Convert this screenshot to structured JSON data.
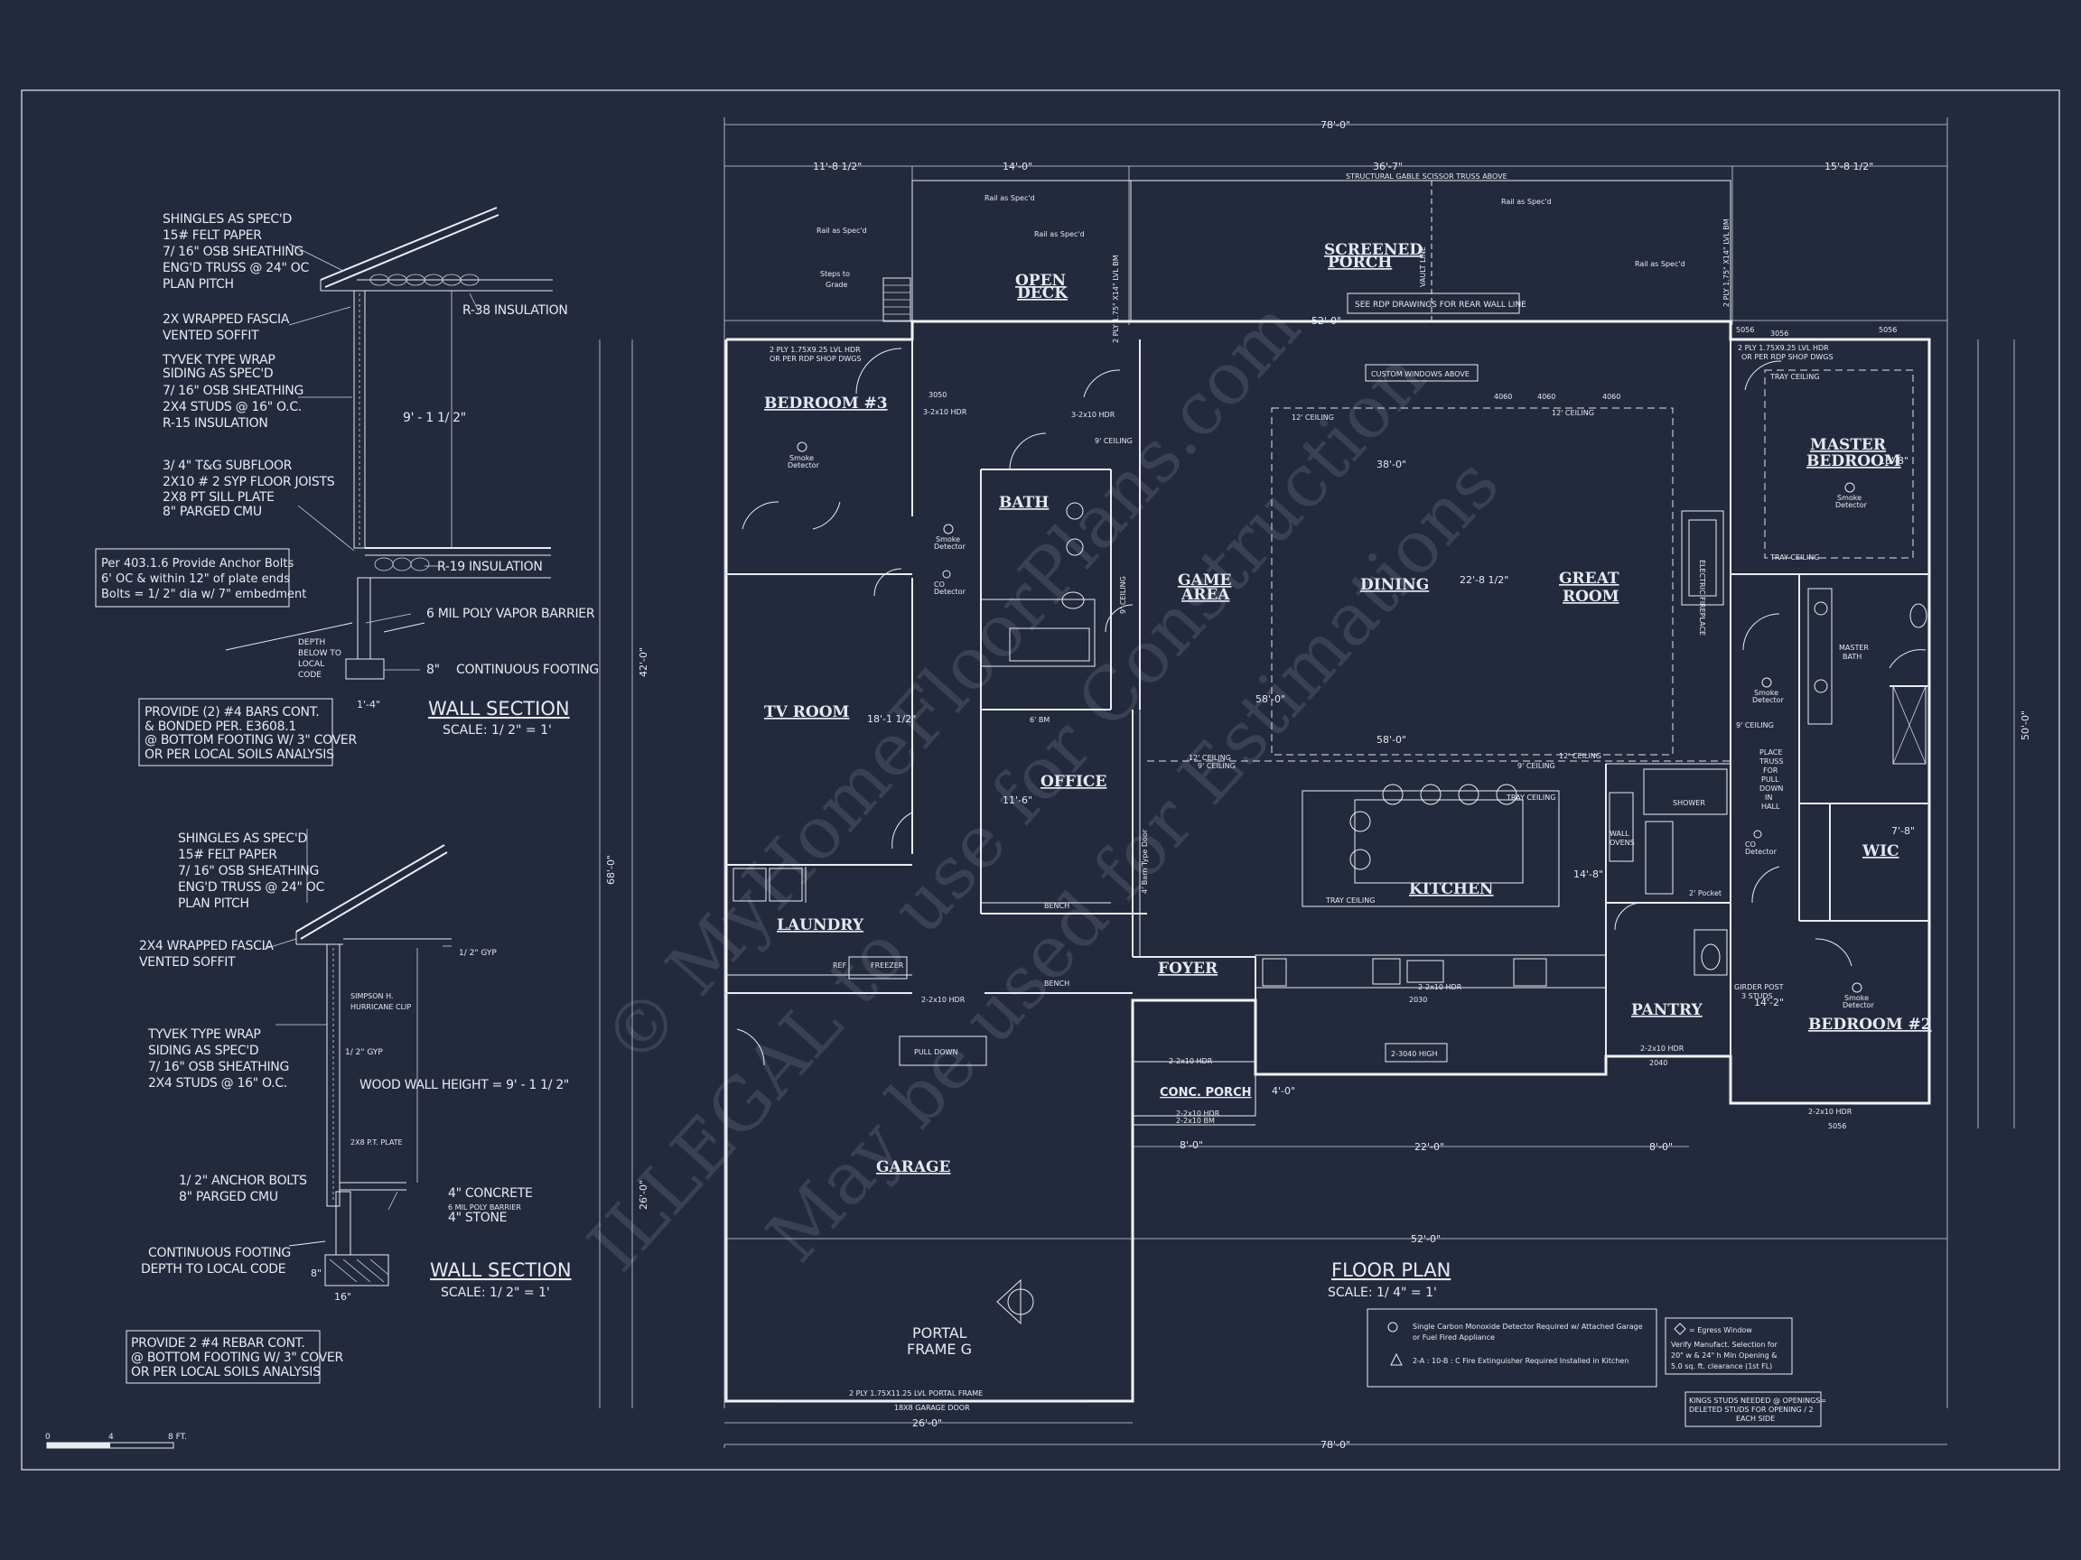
{
  "sheet": {
    "background": "#242a3d",
    "line_color": "#e9ecf4"
  },
  "watermark": {
    "line1": "© MyHomeFloorPlans.com",
    "line2": "ILLEGAL to use for Construction",
    "line3": "May be used for Estimations"
  },
  "wall_section_1": {
    "title": "WALL SECTION",
    "scale": "SCALE: 1/ 2\" = 1'",
    "notes": [
      "SHINGLES AS SPEC'D",
      "15# FELT PAPER",
      "7/ 16\" OSB SHEATHING",
      "ENG'D TRUSS @ 24\" OC",
      "PLAN PITCH"
    ],
    "fascia": [
      "2X WRAPPED FASCIA",
      "VENTED SOFFIT"
    ],
    "siding": [
      "TYVEK TYPE WRAP",
      "SIDING AS SPEC'D",
      "7/ 16\" OSB SHEATHING",
      "2X4 STUDS @ 16\" O.C.",
      "R-15 INSULATION"
    ],
    "floor": [
      "3/ 4\" T&G SUBFLOOR",
      "2X10 # 2 SYP FLOOR JOISTS",
      "2X8 PT SILL PLATE",
      "8\" PARGED CMU"
    ],
    "anchor_box": [
      "Per 403.1.6 Provide Anchor Bolts",
      "6' OC & within 12\" of plate ends",
      "Bolts = 1/ 2\" dia w/ 7\" embedment"
    ],
    "r38": "R-38 INSULATION",
    "height": "9' - 1 1/ 2\"",
    "r19": "R-19 INSULATION",
    "vapor": "6 MIL POLY VAPOR BARRIER",
    "depth": [
      "DEPTH",
      "BELOW TO",
      "LOCAL",
      "CODE"
    ],
    "continuous": "CONTINUOUS FOOTING",
    "footing_w": "1'-4\"",
    "footing_h": "8\"",
    "rebar_box": [
      "PROVIDE (2) #4 BARS CONT.",
      "& BONDED PER. E3608.1",
      "@ BOTTOM FOOTING W/ 3\" COVER",
      "OR PER LOCAL SOILS ANALYSIS"
    ]
  },
  "wall_section_2": {
    "title": "WALL SECTION",
    "scale": "SCALE: 1/ 2\" = 1'",
    "notes": [
      "SHINGLES AS SPEC'D",
      "15# FELT PAPER",
      "7/ 16\" OSB SHEATHING",
      "ENG'D TRUSS @ 24\" OC",
      "PLAN PITCH"
    ],
    "fascia": [
      "2X4 WRAPPED FASCIA",
      "VENTED SOFFIT"
    ],
    "gyp_top": "1/ 2\" GYP",
    "clip": [
      "SIMPSON H.",
      "HURRICANE CLIP"
    ],
    "siding": [
      "TYVEK TYPE WRAP",
      "SIDING AS SPEC'D",
      "7/ 16\" OSB SHEATHING",
      "2X4 STUDS @ 16\" O.C."
    ],
    "gyp_side": "1/ 2\" GYP",
    "wood_wall": "WOOD WALL HEIGHT = 9' - 1 1/ 2\"",
    "plate": "2X8 P.T. PLATE",
    "anchor": [
      "1/ 2\" ANCHOR BOLTS",
      "8\" PARGED CMU"
    ],
    "concrete": [
      "4\" CONCRETE",
      "6 MIL POLY BARRIER",
      "4\" STONE"
    ],
    "footing": [
      "CONTINUOUS FOOTING",
      "DEPTH TO LOCAL CODE"
    ],
    "footing_w": "16\"",
    "footing_h": "8\"",
    "rebar_box": [
      "PROVIDE 2 #4 REBAR CONT.",
      "@ BOTTOM FOOTING W/ 3\" COVER",
      "OR PER LOCAL SOILS ANALYSIS"
    ]
  },
  "bar_scale": {
    "labels": [
      "0",
      "4",
      "8 FT."
    ]
  },
  "rooms": {
    "bedroom3": "BEDROOM #3",
    "open_deck": [
      "OPEN",
      "DECK"
    ],
    "screened_porch": [
      "SCREENED",
      "PORCH"
    ],
    "master_bedroom": [
      "MASTER",
      "BEDROOM"
    ],
    "bath": "BATH",
    "game_area": [
      "GAME",
      "AREA"
    ],
    "dining": "DINING",
    "great_room": [
      "GREAT",
      "ROOM"
    ],
    "tv_room": "TV ROOM",
    "office": "OFFICE",
    "kitchen": "KITCHEN",
    "laundry": "LAUNDRY",
    "foyer": "FOYER",
    "pantry": "PANTRY",
    "wic": "WIC",
    "bedroom2": "BEDROOM #2",
    "master_bath": [
      "MASTER",
      "BATH"
    ],
    "conc_porch": "CONC. PORCH",
    "garage": "GARAGE"
  },
  "plan_notes": {
    "truss_above": "STRUCTURAL GABLE SCISSOR TRUSS ABOVE",
    "rdp_box": "SEE RDP DRAWINGS FOR REAR WALL LINE",
    "custom_windows": "CUSTOM WINDOWS ABOVE",
    "lvl_top_left": [
      "2 PLY 1.75X9.25 LVL HDR",
      "OR PER RDP SHOP DWGS"
    ],
    "lvl_top_right": [
      "2 PLY 1.75X9.25 LVL HDR",
      "OR PER RDP SHOP DWGS"
    ],
    "lvl_beam_left": "2 PLY 1.75\" X14\" LVL BM",
    "lvl_beam_right": "2 PLY 1.75\" X14\" LVL BM",
    "rail1": "Rail as Spec'd",
    "rail2": "Rail as Spec'd",
    "rail3": "Rail as Spec'd",
    "rail4": "Rail as Spec'd",
    "rail5": "Rail as Spec'd",
    "steps": [
      "Steps to",
      "Grade"
    ],
    "vault_line": "VAULT LINE",
    "smoke": [
      "Smoke",
      "Detector"
    ],
    "co_detector": [
      "CO",
      "Detector"
    ],
    "ceiling_9": "9' CEILING",
    "ceiling_12a": "12' CEILING",
    "ceiling_12b": "12' CEILING",
    "ceiling_12c": "12' CEILING",
    "ceiling_12d": "12' CEILING",
    "ceiling_9b": "9' CEILING",
    "ceiling_9c": "9' CEILING",
    "ceiling_9d": "9' CEILING",
    "ceiling_9e": "9' CEILING",
    "tray1": "TRAY CEILING",
    "tray2": "TRAY CEILING",
    "tray3": "TRAY CEILING",
    "tray4": "TRAY CEILING",
    "hdr_3_2x10a": "3-2x10 HDR",
    "hdr_3_2x10b": "3-2x10 HDR",
    "hdr_2_2x10a": "2-2x10 HDR",
    "hdr_2_2x10b": "2-2x10 HDR",
    "hdr_2_2x10c": "2-2x10 HDR",
    "hdr_2_2x10d": "2-2x10 HDR",
    "hdr_2_2x10e": "2-2x10 HDR",
    "hdr_2_2x10f": "2-2x10 HDR",
    "bm_2_2x10": "2-2x10 BM",
    "bench1": "BENCH",
    "bench2": "BENCH",
    "pull_down1": "PULL DOWN",
    "pull_down_hall": [
      "PLACE",
      "TRUSS",
      "FOR",
      "PULL",
      "DOWN",
      "IN",
      "HALL"
    ],
    "ref": "REF",
    "freezer": "FREEZER",
    "wall_ovens": [
      "WALL",
      "OVENS"
    ],
    "shower": "SHOWER",
    "pocket": "2' Pocket",
    "barn_door": "4' Barn Type Door",
    "girder": [
      "GIRDER POST",
      "3 STUDS"
    ],
    "stair_high": "2-3040 HIGH",
    "portal": [
      "PORTAL",
      "FRAME G"
    ],
    "portal_beam": "2 PLY 1.75X11.25 LVL PORTAL FRAME",
    "garage_door": "18X8 GARAGE DOOR",
    "fireplace": "ELECTRIC FIREPLACE",
    "beam_office": "6' BM"
  },
  "floor_plan_title": {
    "title": "FLOOR PLAN",
    "scale": "SCALE: 1/ 4\" = 1'"
  },
  "legend": {
    "co_note": [
      "Single Carbon Monoxide Detector Required w/ Attached Garage",
      "or Fuel Fired Appliance"
    ],
    "fire_note": "2-A : 10-B : C  Fire Extinguisher Required Installed in Kitchen",
    "egress_title": "= Egress Window",
    "egress_lines": [
      "Verify Manufact. Selection for",
      "20\" w & 24\" h Min Opening &",
      "5.0 sq. ft. clearance (1st FL)"
    ],
    "kings_note": [
      "KINGS STUDS NEEDED @ OPENINGS=",
      "DELETED STUDS FOR OPENING / 2",
      "EACH SIDE"
    ]
  },
  "dims": {
    "overall_top": "78'-0\"",
    "overall_bottom": "78'-0\"",
    "garage_w": "26'-0\"",
    "top_seg": [
      "11'-8 1/2\"",
      "14'-0\"",
      "36'-7\"",
      "15'-8 1/2\""
    ],
    "porch_w": "52'-0\"",
    "left_total": "68'-0\"",
    "left_house": "42'-0\"",
    "left_garage": "26'-0\"",
    "right_total": "50'-0\"",
    "mid_52": "52'-0\"",
    "kitchen_22": "22'-0\"",
    "pantry_8": "8'-0\"",
    "great_38": "38'-0\"",
    "dining_58a": "58'-0\"",
    "dining_58b": "58'-0\"",
    "tv_18": "18'-1 1/2\"",
    "office_11": "11'-6\"",
    "dining_22": "22'-8 1/2\"",
    "master_16": "16'-8\"",
    "wic_7": "7'-8\"",
    "bed2_14": "14'-2\"",
    "conc_8": "8'-0\"",
    "conc_4": "4'-0\"",
    "kitchen_14": "14'-8\""
  },
  "windows": {
    "w3050": "3050",
    "w4060a": "4060",
    "w4060b": "4060",
    "w4060c": "4060",
    "w5056a": "5056",
    "w5056b": "5056",
    "w5056c": "5056",
    "w2030": "2030",
    "w2030b": "2040",
    "w3056": "3056"
  }
}
